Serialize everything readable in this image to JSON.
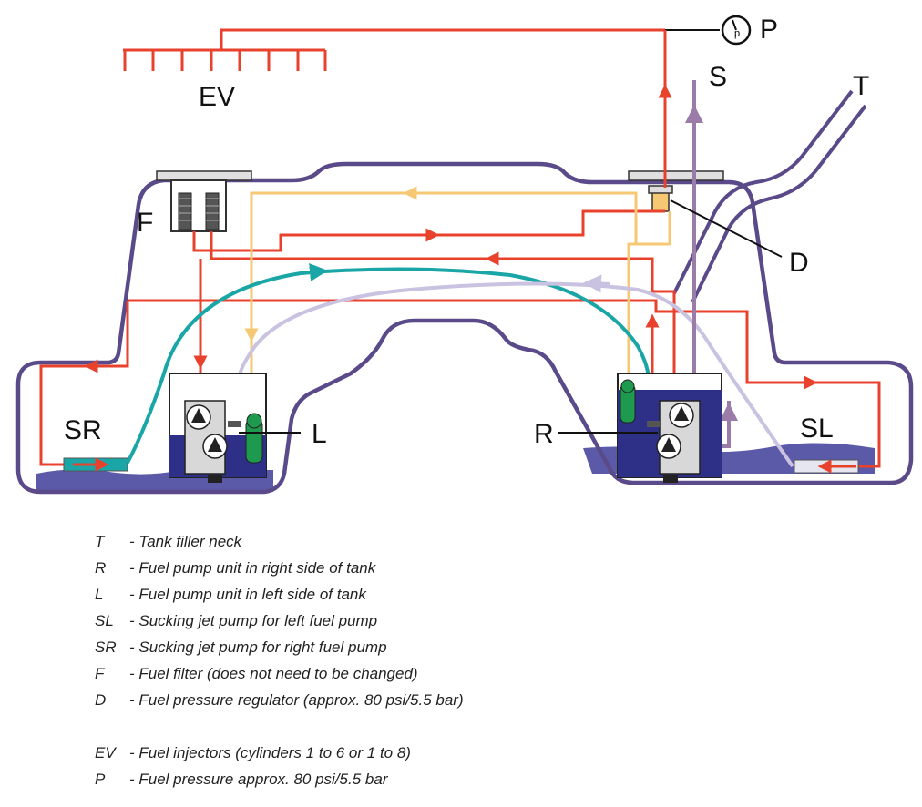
{
  "diagram": {
    "labels": {
      "ev": "EV",
      "p": "P",
      "s": "S",
      "t": "T",
      "f": "F",
      "d": "D",
      "l": "L",
      "r": "R",
      "sr": "SR",
      "sl": "SL"
    },
    "colors": {
      "tank_outline": "#5b4a8a",
      "pressure_line": "#e8412c",
      "return_line": "#f7c873",
      "suction_line": "#1aa6a6",
      "vent_line": "#9b7ba8",
      "light_line": "#c9c2e0",
      "pump_housing": "#2e2f86",
      "fuel": "#3d3d9a",
      "filter": "#444444"
    }
  },
  "legend": [
    {
      "code": "T",
      "desc": "- Tank filler neck"
    },
    {
      "code": "R",
      "desc": "- Fuel pump unit in right side of tank"
    },
    {
      "code": "L",
      "desc": "- Fuel pump unit in left side of tank"
    },
    {
      "code": "SL",
      "desc": "- Sucking jet pump for left fuel pump"
    },
    {
      "code": "SR",
      "desc": "- Sucking jet pump for right fuel pump"
    },
    {
      "code": "F",
      "desc": "- Fuel filter (does not need to be changed)"
    },
    {
      "code": "D",
      "desc": "- Fuel pressure regulator (approx. 80 psi/5.5 bar)"
    },
    {
      "code": "EV",
      "desc": "- Fuel injectors (cylinders 1 to 6 or 1 to 8)"
    },
    {
      "code": "P",
      "desc": "- Fuel pressure approx. 80 psi/5.5 bar"
    }
  ]
}
